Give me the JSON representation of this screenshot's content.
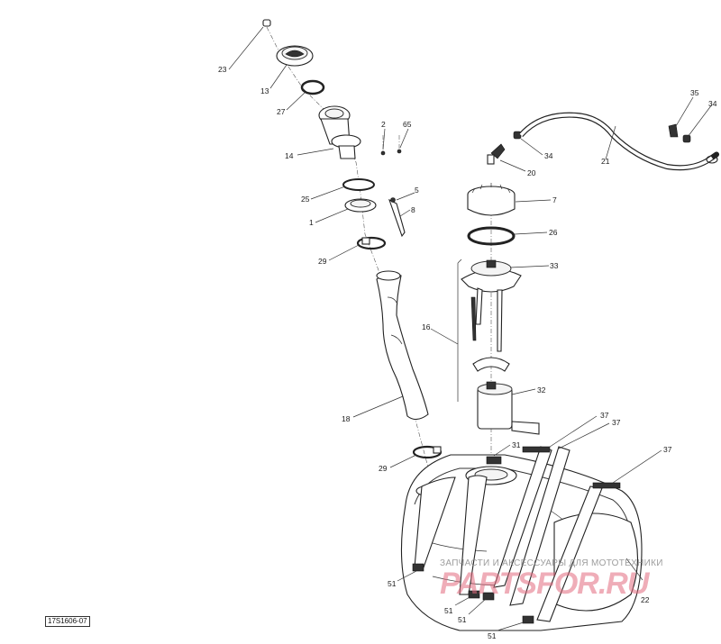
{
  "diagram": {
    "reference_code": "17S1606-07",
    "watermark": {
      "caption": "ЗАПЧАСТИ И АКСЕССУАРЫ ДЛЯ МОТОТЕХНИКИ",
      "brand": "PARTSFOR.RU"
    },
    "callouts": {
      "c23": "23",
      "c13": "13",
      "c27": "27",
      "c14": "14",
      "c2": "2",
      "c65": "65",
      "c25": "25",
      "c1": "1",
      "c5": "5",
      "c8": "8",
      "c29a": "29",
      "c18": "18",
      "c29b": "29",
      "c7": "7",
      "c26": "26",
      "c33": "33",
      "c16": "16",
      "c32": "32",
      "c31": "31",
      "c20": "20",
      "c34a": "34",
      "c21": "21",
      "c35": "35",
      "c34b": "34",
      "c37a": "37",
      "c37b": "37",
      "c37c": "37",
      "c51a": "51",
      "c51b": "51",
      "c51c": "51",
      "c51d": "51",
      "c22": "22"
    }
  }
}
